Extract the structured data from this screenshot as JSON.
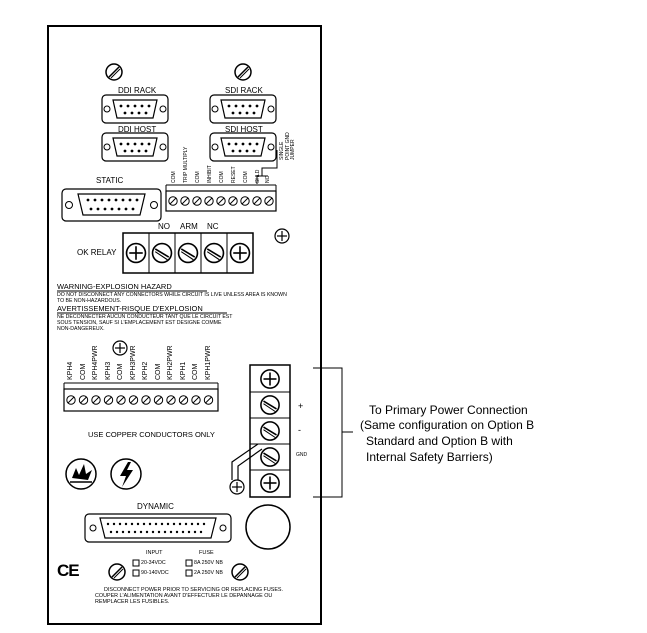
{
  "labels": {
    "ddi_rack": "DDI RACK",
    "sdi_rack": "SDI RACK",
    "ddi_host": "DDI HOST",
    "sdi_host": "SDI HOST",
    "static": "STATIC",
    "ok_relay": "OK RELAY",
    "no": "NO",
    "arm": "ARM",
    "nc": "NC",
    "dynamic": "DYNAMIC",
    "use_copper": "USE COPPER CONDUCTORS ONLY",
    "gnd": "GND",
    "plus": "+",
    "minus": "-"
  },
  "top_terminal": [
    "COM",
    "TRIP MULTIPLY",
    "COM",
    "INHIBIT",
    "COM",
    "RESET",
    "COM",
    "SHLD",
    "NC"
  ],
  "jumper_note": "SINGLE POINT GND JUMPER",
  "kph_terminal": [
    "KPH4",
    "COM",
    "KPH4PWR",
    "KPH3",
    "COM",
    "KPH3PWR",
    "KPH2",
    "COM",
    "KPH2PWR",
    "KPH1",
    "COM",
    "KPH1PWR"
  ],
  "warnings": {
    "en_title": "WARNING-EXPLOSION HAZARD",
    "en_line1": "DO NOT DISCONNECT ANY CONNECTORS WHILE CIRCUIT IS LIVE UNLESS AREA IS KNOWN",
    "en_line2": "TO BE NON-HAZARDOUS.",
    "fr_title": "AVERTISSEMENT-RISQUE D'EXPLOSION",
    "fr_line1": "NE DECONNECTER AUCUN CONDUCTEUR TANT QUE LE CIRCUIT EST",
    "fr_line2": "SOUS TENSION, SAUF SI L'EMPLACEMENT EST DESIGNE COMME",
    "fr_line3": "NON-DANGEREUX."
  },
  "input": {
    "title": "INPUT",
    "opt1": "20-34VDC",
    "opt2": "90-140VDC"
  },
  "fuse": {
    "title": "FUSE",
    "opt1": "8A 250V NB",
    "opt2": "2A 250V NB"
  },
  "ce_mark": "CE",
  "disconnect": {
    "line1": "DISCONNECT POWER PRIOR TO SERVICING OR REPLACING FUSES.",
    "line2": "COUPER L'ALIMENTATION AVANT D'EFFECTUER LE DEPANNAGE OU",
    "line3": "REMPLACER LES FUSIBLES."
  },
  "callout": {
    "line1": "To Primary Power Connection",
    "line2": "(Same configuration on Option B",
    "line3": "Standard and Option B with",
    "line4": "Internal Safety Barriers)"
  }
}
